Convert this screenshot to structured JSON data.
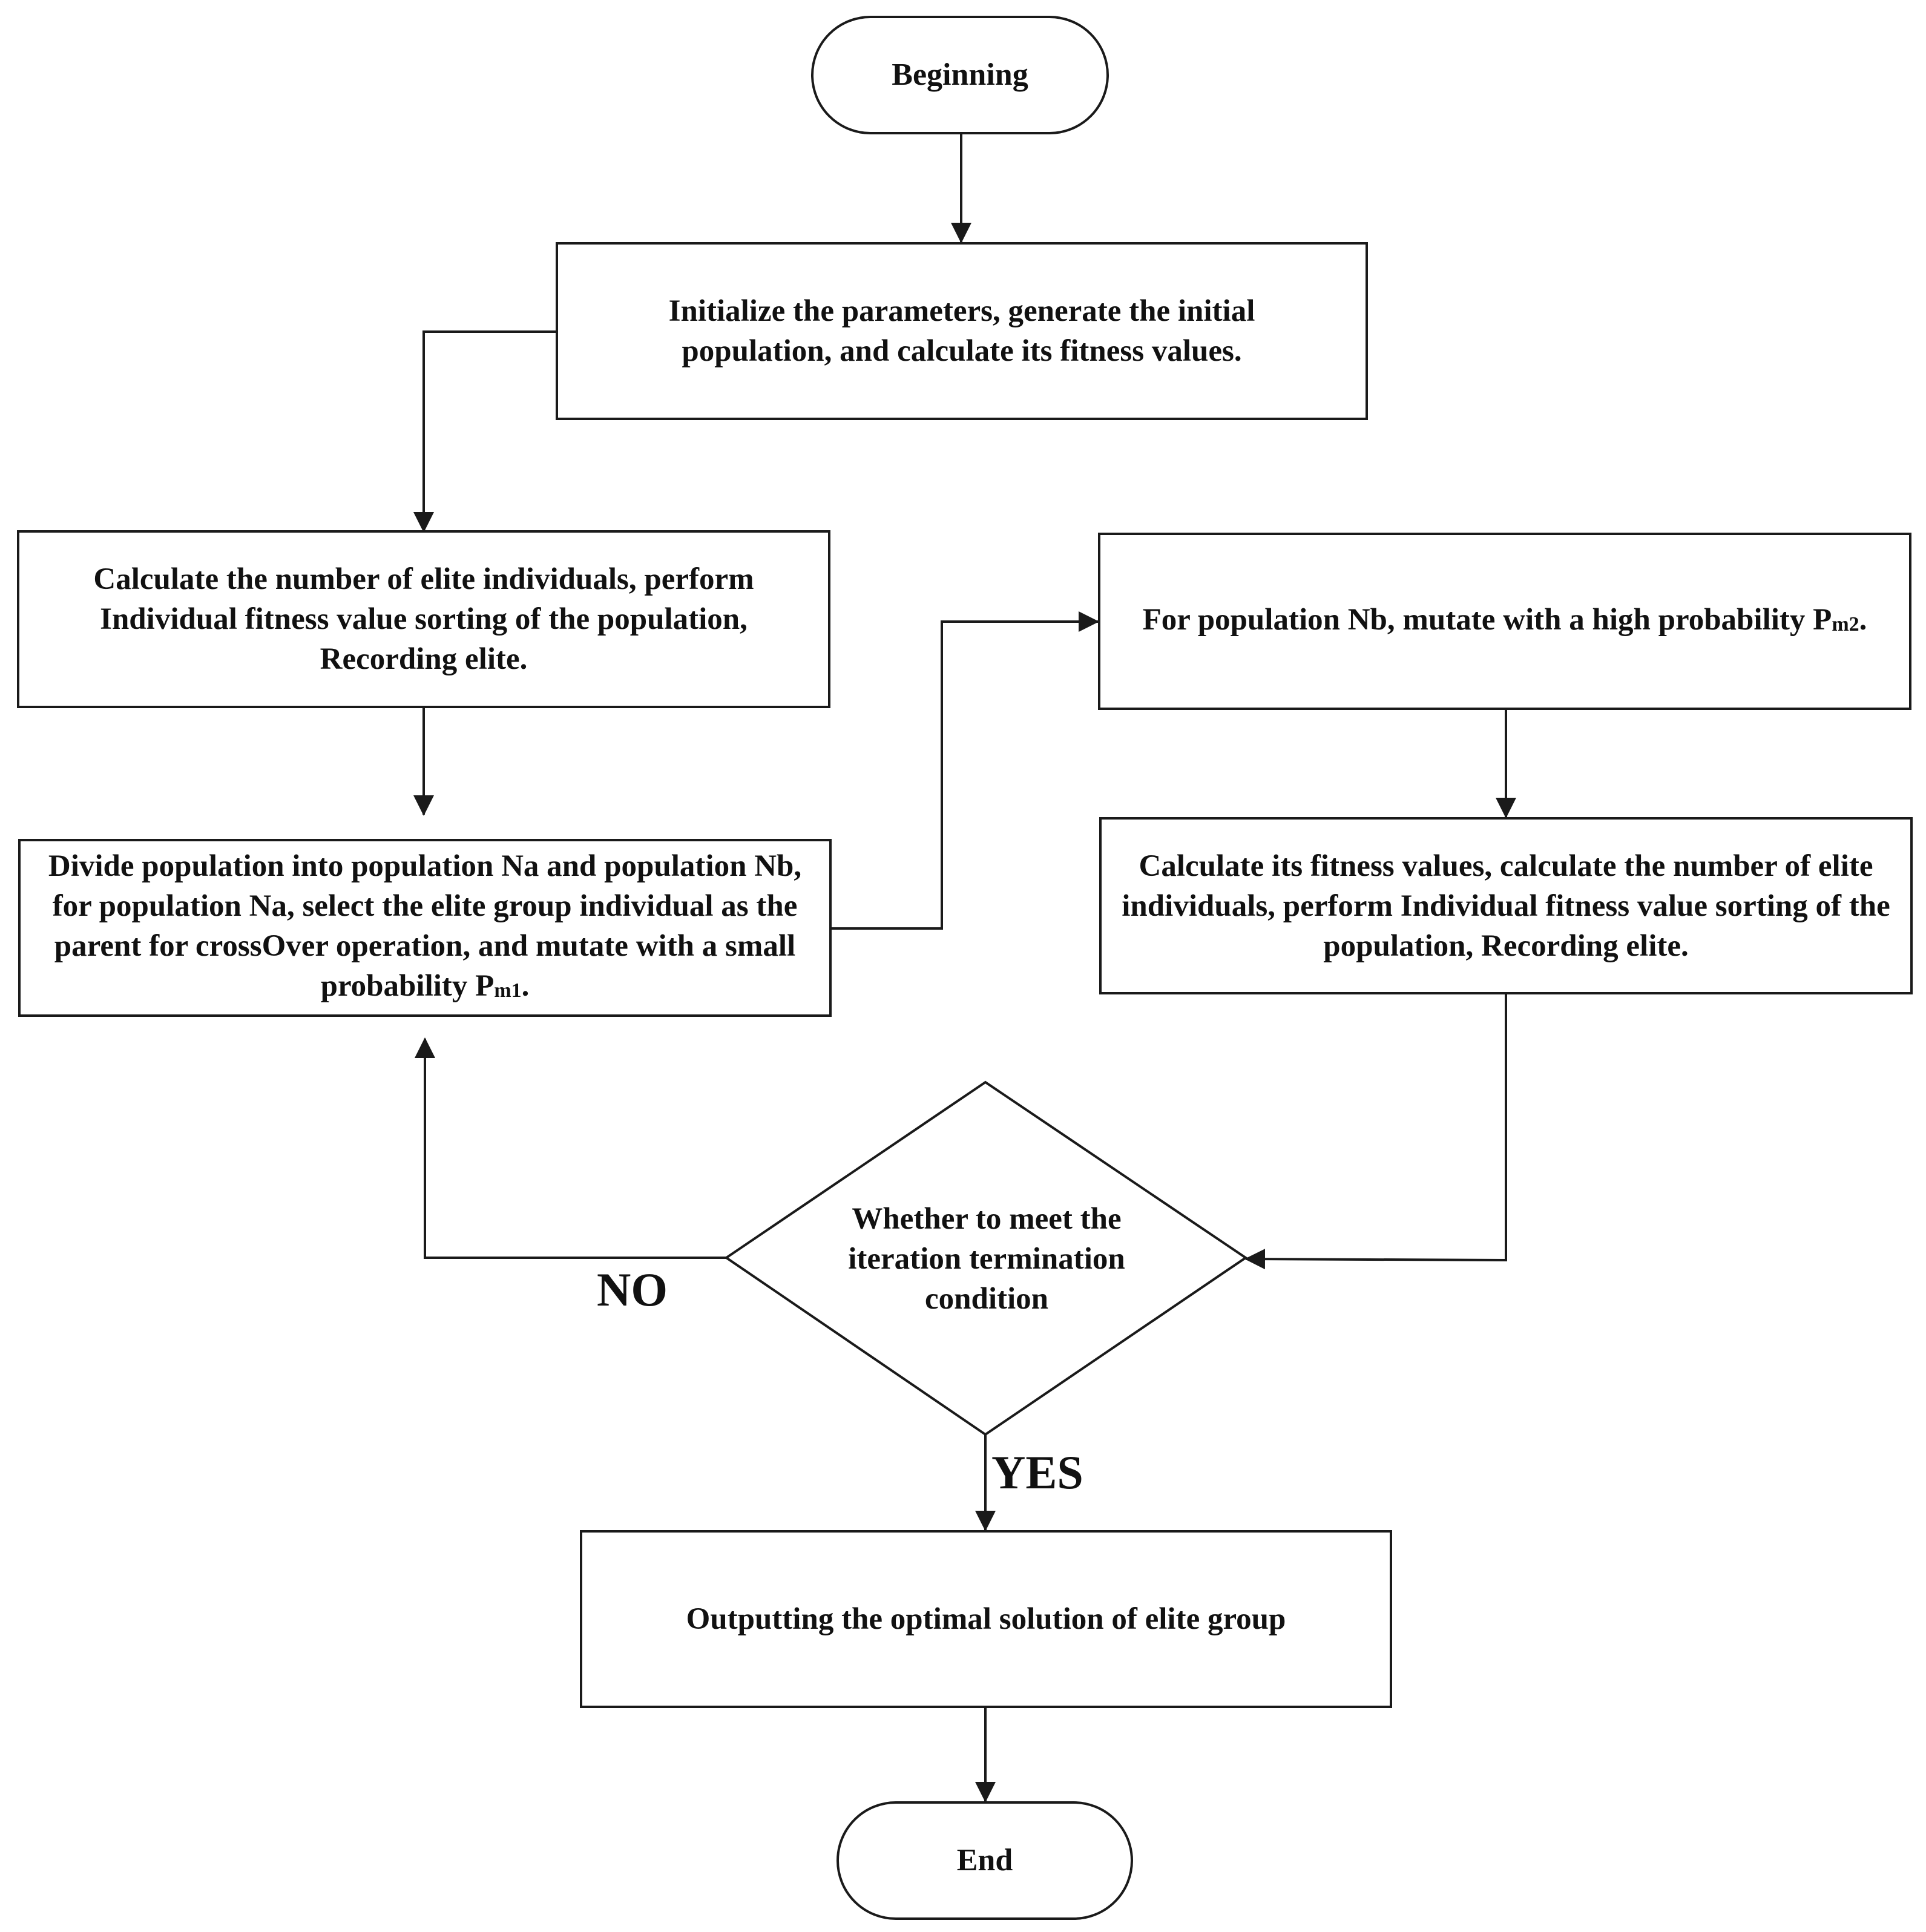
{
  "diagram": {
    "nodes": {
      "start": {
        "text": "Beginning"
      },
      "init": {
        "text": "Initialize the parameters, generate the initial population, and calculate its fitness values."
      },
      "elite": {
        "text": "Calculate the number of elite individuals, perform Individual fitness value sorting of the population, Recording elite."
      },
      "divide": {
        "text": "Divide population into population Na and population Nb, for population Na, select the elite group individual as the parent for crossOver operation, and mutate with a small probability ",
        "sub": "m1",
        "sub_prefix": "P",
        "tail": "."
      },
      "mutate_nb": {
        "text": "For population Nb, mutate with a high probability ",
        "sub": "m2",
        "sub_prefix": "P",
        "tail": "."
      },
      "calc_nb": {
        "text": "Calculate its fitness values, calculate the number of elite individuals, perform Individual fitness value sorting of the population, Recording elite."
      },
      "decision": {
        "text": "Whether to meet the iteration termination condition"
      },
      "output": {
        "text": "Outputting the optimal solution of elite group"
      },
      "end": {
        "text": "End"
      }
    },
    "edge_labels": {
      "no": "NO",
      "yes": "YES"
    },
    "colors": {
      "stroke": "#1a1a1a",
      "fill": "#ffffff",
      "text": "#111111"
    }
  }
}
